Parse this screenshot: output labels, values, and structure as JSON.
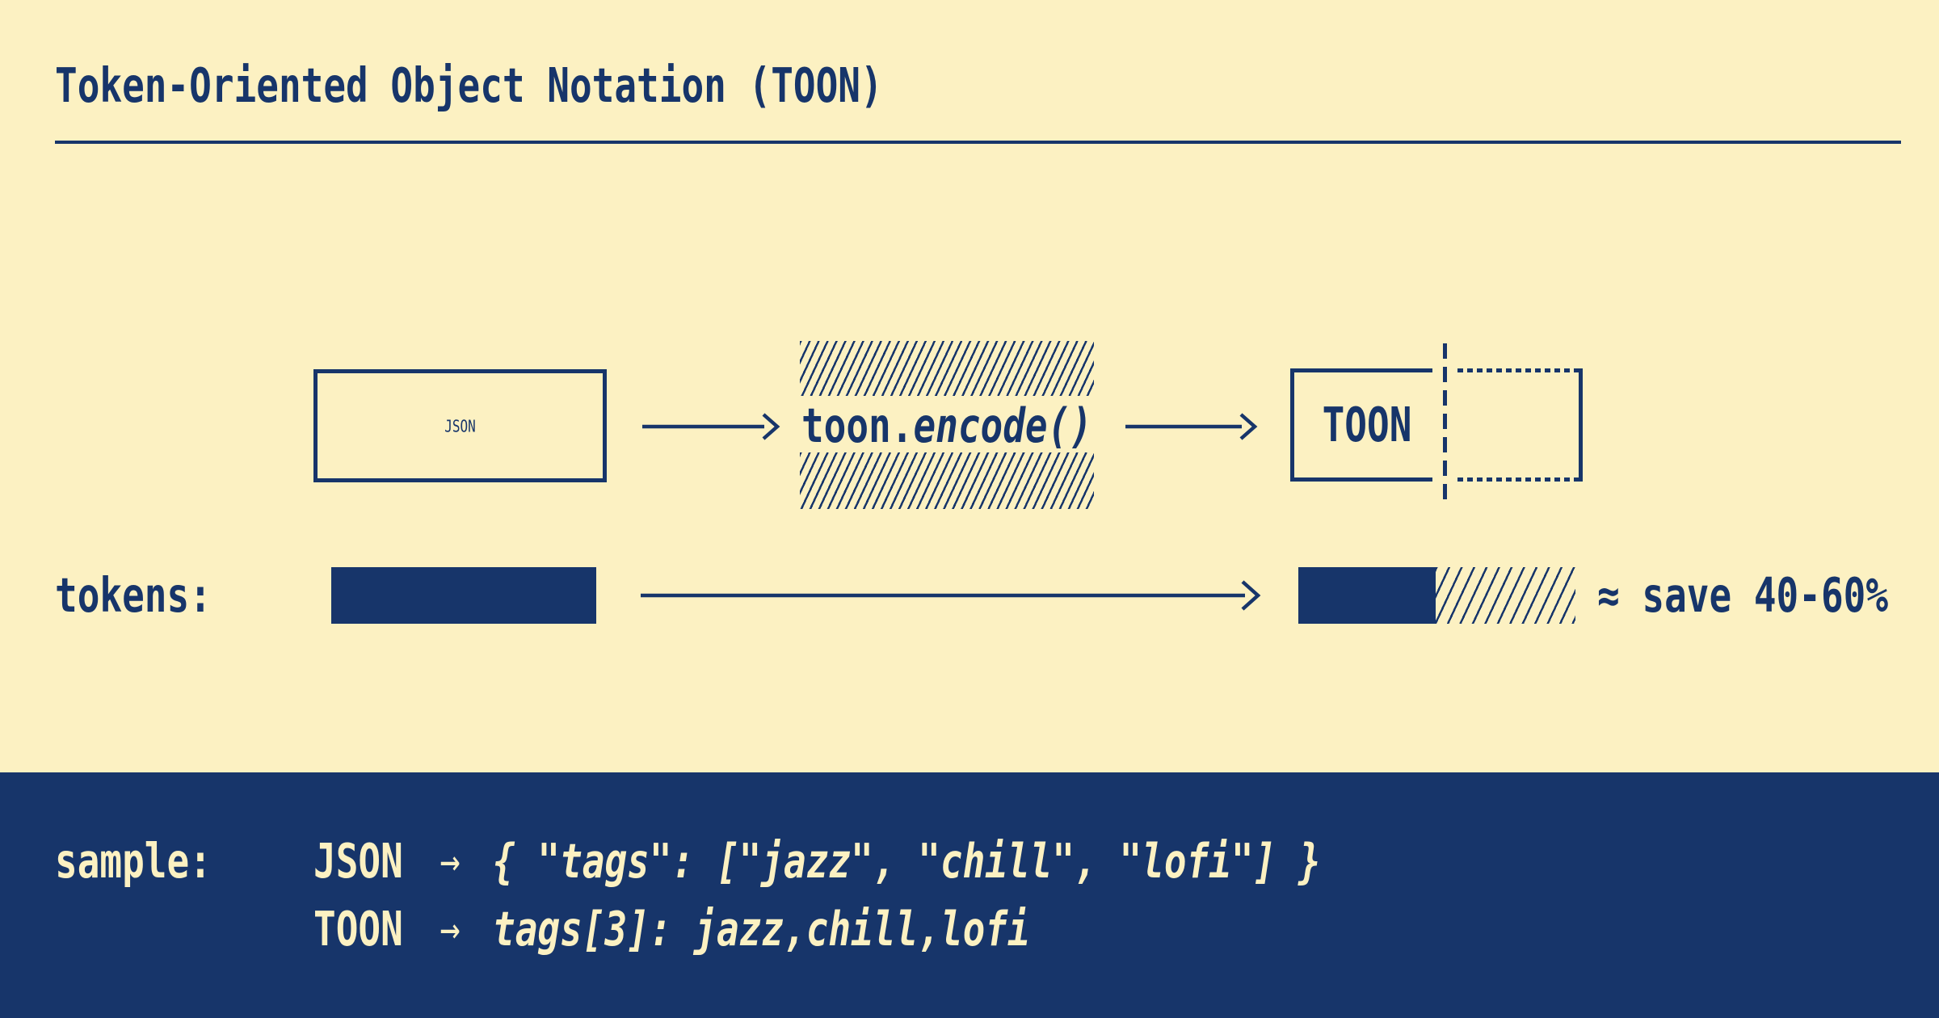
{
  "palette": {
    "cream": "#FCF1C2",
    "navy": "#17356A"
  },
  "header": {
    "title": "Token-Oriented Object Notation (TOON)"
  },
  "flow": {
    "source_box": "JSON",
    "encoder": {
      "prefix": "toon.",
      "call": "encode()"
    },
    "output_box": "TOON"
  },
  "tokens": {
    "label": "tokens:",
    "savings": "≈ save 40-60%"
  },
  "sample": {
    "label": "sample:",
    "rows": [
      {
        "format": "JSON",
        "arrow": "→",
        "code": "{ \"tags\": [\"jazz\", \"chill\", \"lofi\"] }"
      },
      {
        "format": "TOON",
        "arrow": "→",
        "code": "tags[3]: jazz,chill,lofi"
      }
    ]
  }
}
